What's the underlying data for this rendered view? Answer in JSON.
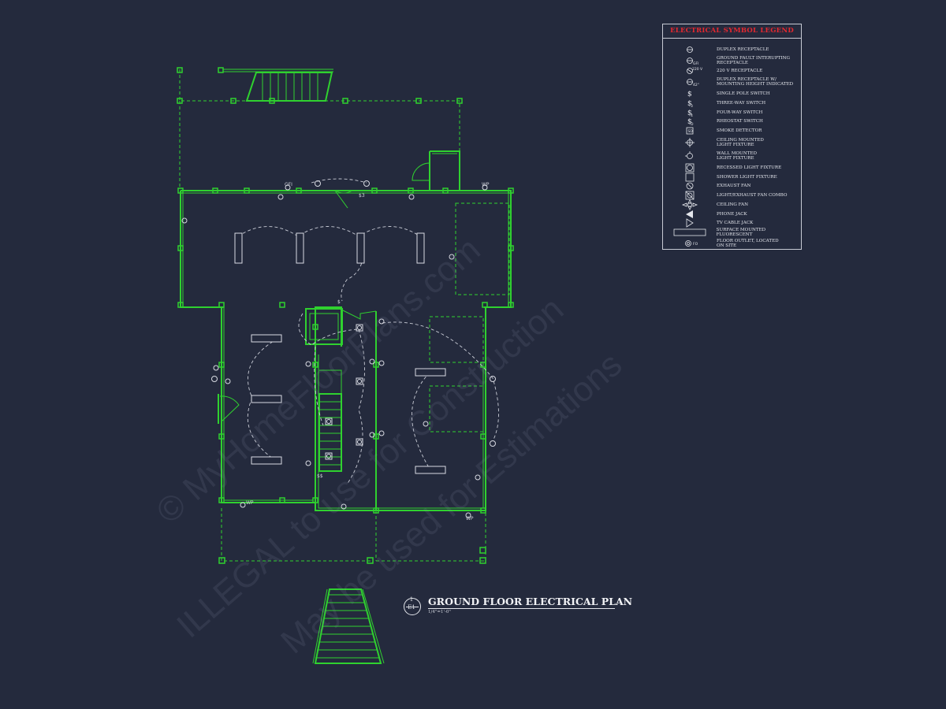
{
  "legend": {
    "title": "ELECTRICAL SYMBOL LEGEND",
    "items": [
      {
        "icon": "duplex-receptacle-icon",
        "label": "DUPLEX RECEPTACLE"
      },
      {
        "icon": "gfi-receptacle-icon",
        "label": "GROUND FAULT INTERUPTING\nRECEPTACLE"
      },
      {
        "icon": "220v-receptacle-icon",
        "label": "220 V RECEPTACLE"
      },
      {
        "icon": "duplex-receptacle-height-icon",
        "label": "DUPLEX RECEPTACLE W/\nMOUNTING HEIGHT INDICATED"
      },
      {
        "icon": "single-pole-switch-icon",
        "label": "SINGLE POLE SWITCH"
      },
      {
        "icon": "three-way-switch-icon",
        "label": "THREE-WAY SWITCH"
      },
      {
        "icon": "four-way-switch-icon",
        "label": "FOUR-WAY SWITCH"
      },
      {
        "icon": "rheostat-switch-icon",
        "label": "RHEOSTAT SWITCH"
      },
      {
        "icon": "smoke-detector-icon",
        "label": "SMOKE DETECTOR"
      },
      {
        "icon": "ceiling-light-icon",
        "label": "CEILING MOUNTED\nLIGHT FIXTURE"
      },
      {
        "icon": "wall-light-icon",
        "label": "WALL MOUNTED\nLIGHT FIXTURE"
      },
      {
        "icon": "recessed-light-icon",
        "label": "RECESSED LIGHT FIXTURE"
      },
      {
        "icon": "shower-light-icon",
        "label": "SHOWER LIGHT FIXTURE"
      },
      {
        "icon": "exhaust-fan-icon",
        "label": "EXHAUST FAN"
      },
      {
        "icon": "light-exhaust-combo-icon",
        "label": "LIGHT/EXHAUST FAN COMBO"
      },
      {
        "icon": "ceiling-fan-icon",
        "label": "CEILING FAN"
      },
      {
        "icon": "phone-jack-icon",
        "label": "PHONE JACK"
      },
      {
        "icon": "tv-cable-jack-icon",
        "label": "TV CABLE JACK"
      },
      {
        "icon": "fluorescent-icon",
        "label": "SURFACE MOUNTED FLUORESCENT"
      },
      {
        "icon": "floor-outlet-icon",
        "label": "FLOOR OUTLET, LOCATED\nON SITE"
      }
    ]
  },
  "title_block": {
    "number": "1",
    "sheet": "E1",
    "title": "GROUND FLOOR ELECTRICAL PLAN",
    "scale": "1/4\"=1'-0\""
  },
  "watermarks": [
    "© MyHomeFloorPlans.com",
    "ILLEGAL to use for Construction",
    "May be used for Estimations"
  ],
  "colors": {
    "background": "#242a3d",
    "walls": "#2fd12f",
    "legend_title": "#e4282f",
    "text": "#e4e6ec"
  }
}
